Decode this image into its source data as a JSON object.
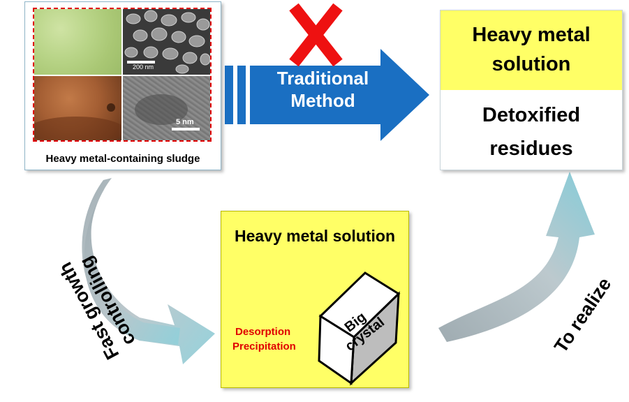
{
  "sludge_panel": {
    "caption": "Heavy metal-containing sludge",
    "scale_bar_1": "200 nm",
    "scale_bar_2": "5 nm"
  },
  "traditional_arrow": {
    "line1": "Traditional",
    "line2": "Method",
    "color": "#1a6fc2"
  },
  "result_box": {
    "top_line1": "Heavy metal",
    "top_line2": "solution",
    "bottom_line1": "Detoxified",
    "bottom_line2": "residues"
  },
  "center_box": {
    "title": "Heavy metal solution",
    "label_line1": "Desorption",
    "label_line2": "Precipitation",
    "crystal_line1": "Big",
    "crystal_line2": "crystal"
  },
  "left_arrow_label": {
    "line1": "Fast growth",
    "line2": "controlling"
  },
  "right_arrow_label": "To realize",
  "colors": {
    "yellow": "#ffff66",
    "red_x": "#ee1111",
    "red_text": "#e00000"
  }
}
